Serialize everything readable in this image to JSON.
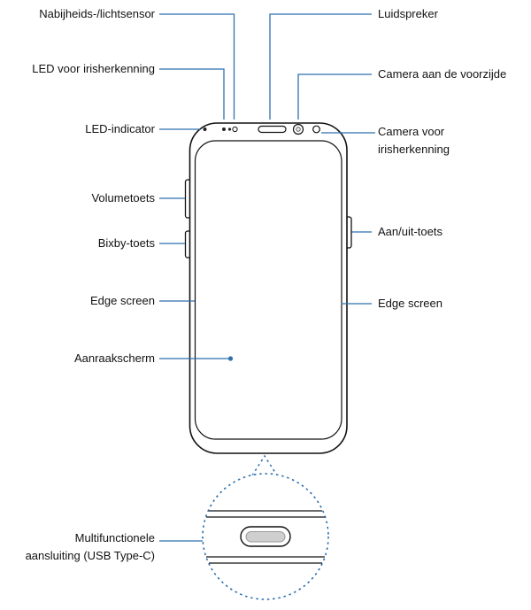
{
  "diagram": {
    "colors": {
      "leader_line": "#2e6fad",
      "device_outline": "#000000",
      "text": "#121212",
      "port_fill": "#cfcfcf"
    },
    "labels": {
      "proximity_light_sensor": "Nabijheids-/lichtsensor",
      "speaker": "Luidspreker",
      "iris_led": "LED voor irisherkenning",
      "front_camera": "Camera aan de voorzijde",
      "led_indicator": "LED-indicator",
      "iris_camera": "Camera voor\nirisherkenning",
      "volume_key": "Volumetoets",
      "power_key": "Aan/uit-toets",
      "bixby_key": "Bixby-toets",
      "edge_screen_left": "Edge screen",
      "edge_screen_right": "Edge screen",
      "touch_screen": "Aanraakscherm",
      "multipurpose_jack": "Multifunctionele\naansluiting (USB Type-C)"
    }
  }
}
